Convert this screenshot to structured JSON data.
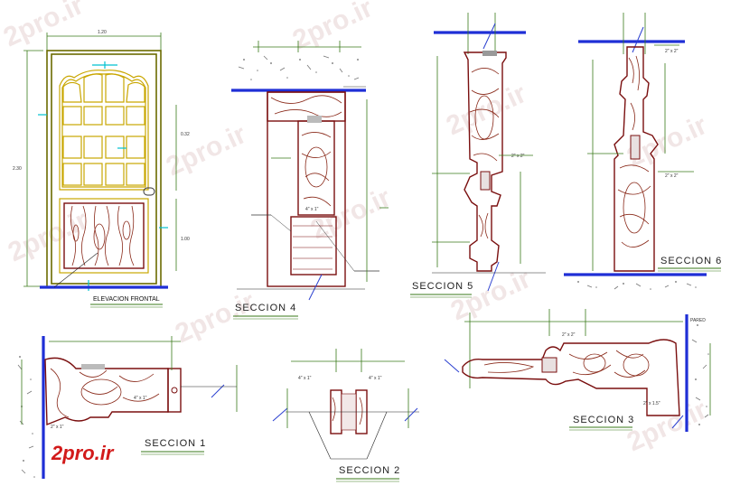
{
  "views": {
    "elevation": {
      "title": "ELEVACION FRONTAL",
      "dim_top": "1.20",
      "dim_height": "2.30",
      "dim_upper": "0.32",
      "dim_lower": "1.00"
    },
    "s4": {
      "title": "SECCION  4",
      "label": "4\" x 1\""
    },
    "s5": {
      "title": "SECCION  5",
      "label": "2\" x 2\""
    },
    "s6": {
      "title": "SECCION  6",
      "label_a": "2\" x 2\"",
      "label_b": "2\" x 2\""
    },
    "s1": {
      "title": "SECCION  1",
      "label_a": "4\" x 1\"",
      "label_b": "2\" x 1\""
    },
    "s2": {
      "title": "SECCION  2",
      "label_a": "4\" x 1\"",
      "label_b": "4\" x 1\""
    },
    "s3": {
      "title": "SECCION  3",
      "label_a": "2\" x 2\"",
      "label_b": "2\" x 1.5\"",
      "wall": "PARED"
    }
  },
  "branding": {
    "logo": "2pro.ir",
    "watermark": "2pro.ir"
  },
  "colors": {
    "dimension": "#3a7a1a",
    "wood": "#7a0f0f",
    "floor": "#1f2fd6",
    "frame": "#6b6b00",
    "glass": "#c9a600",
    "logo": "#d21a1a"
  }
}
